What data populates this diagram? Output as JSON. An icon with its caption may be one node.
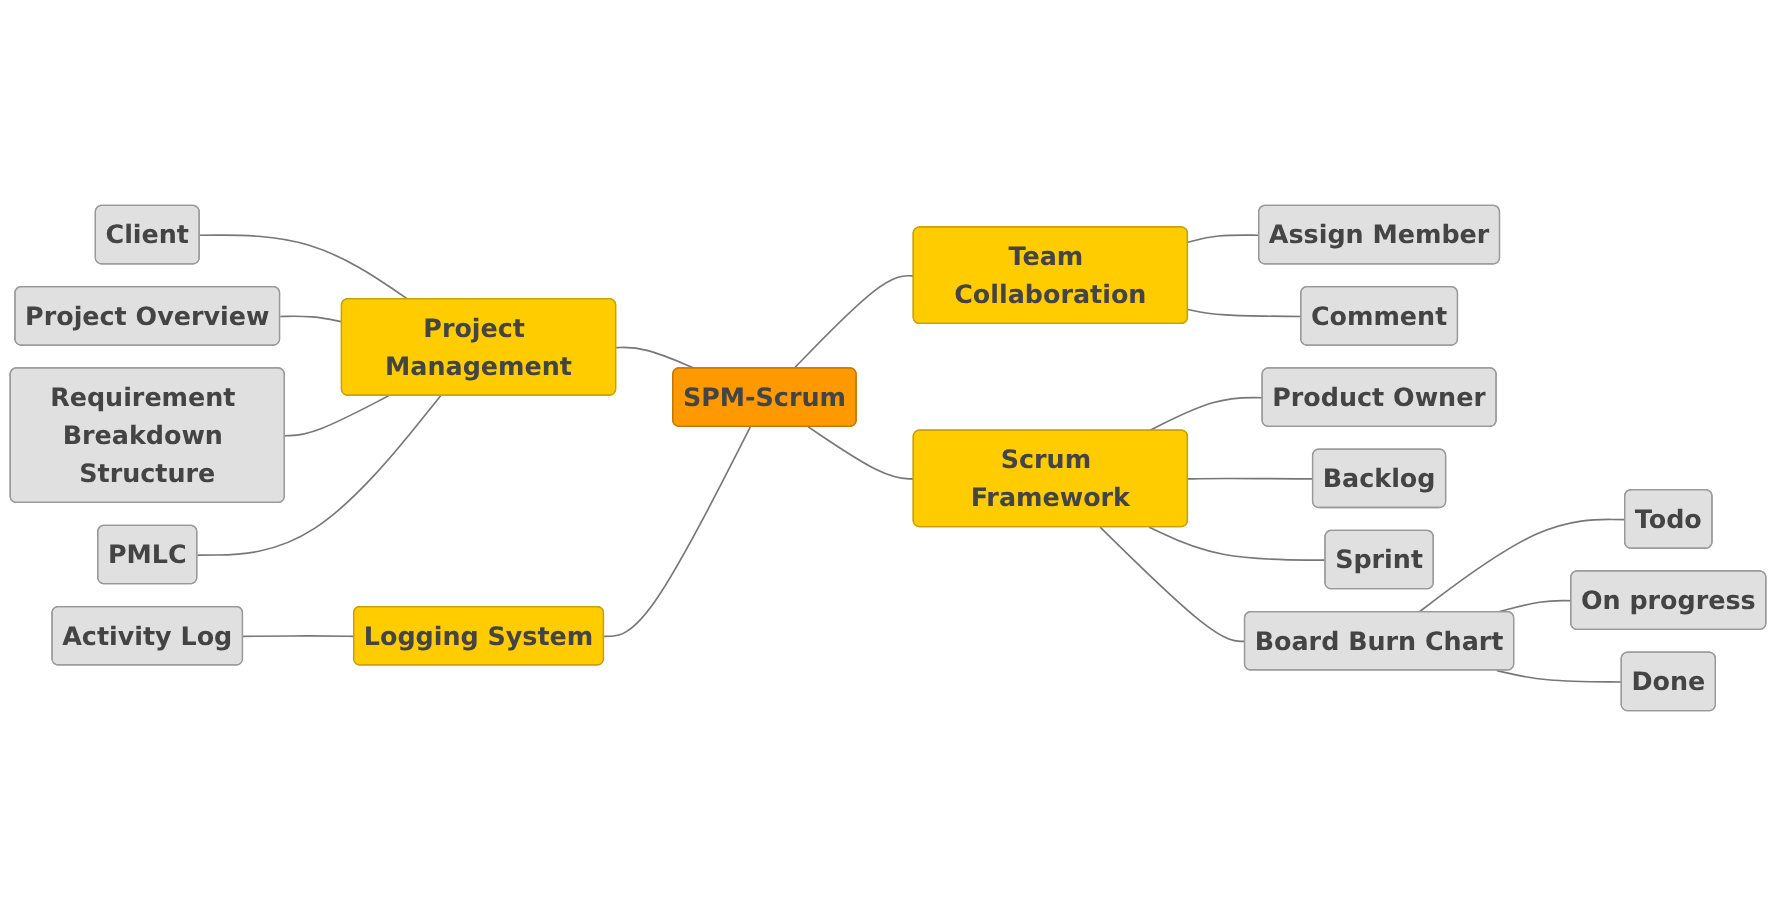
{
  "diagram": {
    "nodes": [
      {
        "text": [
          "SPM-Scrum"
        ]
      },
      {
        "text": [
          "Project Management"
        ]
      },
      {
        "text": [
          "Client"
        ]
      },
      {
        "text": [
          "Project Overview"
        ]
      },
      {
        "text": [
          "Requirement Breakdown Structure"
        ]
      },
      {
        "text": [
          "PMLC"
        ]
      },
      {
        "text": [
          "Logging System"
        ]
      },
      {
        "text": [
          "Activity Log"
        ]
      },
      {
        "text": [
          "Team Collaboration"
        ]
      },
      {
        "text": [
          "Assign Member"
        ]
      },
      {
        "text": [
          "Comment"
        ]
      },
      {
        "text": [
          "Scrum Framework"
        ]
      },
      {
        "text": [
          "Product Owner"
        ]
      },
      {
        "text": [
          "Backlog"
        ]
      },
      {
        "text": [
          "Sprint"
        ]
      },
      {
        "text": [
          "Board Burn Chart"
        ]
      },
      {
        "text": [
          "Todo"
        ]
      },
      {
        "text": [
          "On progress"
        ]
      },
      {
        "text": [
          "Done"
        ]
      }
    ],
    "edges": [
      {
        "from": 2,
        "to": 1,
        "arrow": "none"
      },
      {
        "from": 3,
        "to": 1,
        "arrow": "none"
      },
      {
        "from": 4,
        "to": 1,
        "arrow": "none"
      },
      {
        "from": 5,
        "to": 1,
        "arrow": "none"
      },
      {
        "from": 1,
        "to": 0,
        "arrow": "none"
      },
      {
        "from": 7,
        "to": 6,
        "arrow": "none"
      },
      {
        "from": 6,
        "to": 0,
        "arrow": "none"
      },
      {
        "from": 0,
        "to": 8,
        "arrow": "none"
      },
      {
        "from": 8,
        "to": 9,
        "arrow": "none"
      },
      {
        "from": 8,
        "to": 10,
        "arrow": "none"
      },
      {
        "from": 0,
        "to": 11,
        "arrow": "none"
      },
      {
        "from": 11,
        "to": 12,
        "arrow": "none"
      },
      {
        "from": 11,
        "to": 13,
        "arrow": "none"
      },
      {
        "from": 11,
        "to": 14,
        "arrow": "none"
      },
      {
        "from": 11,
        "to": 15,
        "arrow": "none"
      },
      {
        "from": 15,
        "to": 16,
        "arrow": "none"
      },
      {
        "from": 15,
        "to": 17,
        "arrow": "none"
      },
      {
        "from": 15,
        "to": 18,
        "arrow": "none"
      }
    ]
  }
}
